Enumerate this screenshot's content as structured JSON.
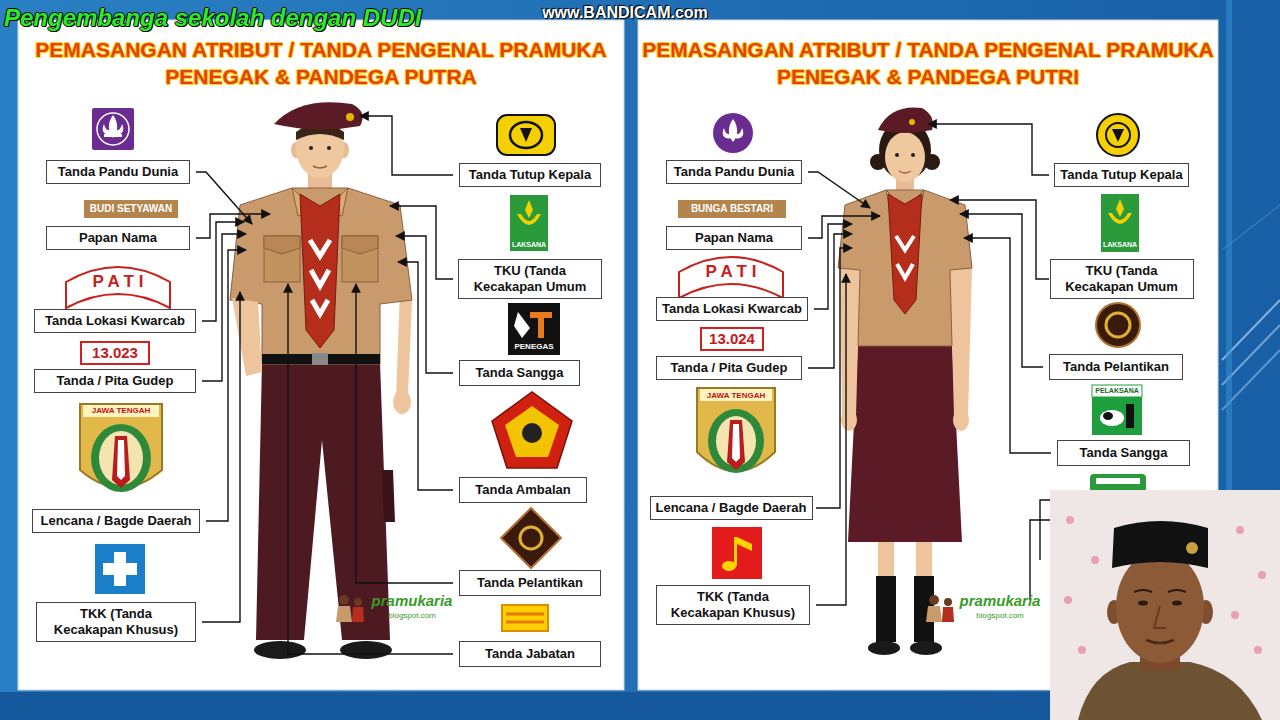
{
  "diagram": {
    "title": "Pengembanga sekolah dengan DUDI",
    "nodes": [
      {
        "text": [
          "PEMASANGAN ATRIBUT / TANDA PENGENAL PRAMUKA PENEGAK & PANDEGA PUTRA"
        ]
      },
      {
        "text": [
          "Tanda Pandu Dunia"
        ],
        "in": 0
      },
      {
        "text": [
          "BUDI SETYAWAN"
        ],
        "in": 0
      },
      {
        "text": [
          "Papan Nama"
        ],
        "in": 0
      },
      {
        "text": [
          "Tanda Lokasi Kwarcab"
        ],
        "in": 0
      },
      {
        "text": [
          "13.023"
        ],
        "in": 0
      },
      {
        "text": [
          "Tanda / Pita Gudep"
        ],
        "in": 0
      },
      {
        "text": [
          "Lencana / Bagde Daerah"
        ],
        "in": 0
      },
      {
        "text": [
          "TKK (Tanda Kecakapan Khusus)"
        ],
        "in": 0
      },
      {
        "text": [
          "Tanda Tutup Kepala"
        ],
        "in": 0
      },
      {
        "text": [
          "TKU (Tanda Kecakapan Umum"
        ],
        "in": 0
      },
      {
        "text": [
          "Tanda Sangga"
        ],
        "in": 0
      },
      {
        "text": [
          "Tanda Ambalan"
        ],
        "in": 0
      },
      {
        "text": [
          "Tanda Pelantikan"
        ],
        "in": 0
      },
      {
        "text": [
          "Tanda Jabatan"
        ],
        "in": 0
      },
      {
        "text": [
          "PEMASANGAN ATRIBUT / TANDA PENGENAL PRAMUKA PENEGAK & PANDEGA PUTRI"
        ]
      },
      {
        "text": [
          "Tanda Pandu Dunia"
        ],
        "in": 15
      },
      {
        "text": [
          "BUNGA BESTARI"
        ],
        "in": 15
      },
      {
        "text": [
          "Papan Nama"
        ],
        "in": 15
      },
      {
        "text": [
          "Tanda Lokasi Kwarcab"
        ],
        "in": 15
      },
      {
        "text": [
          "13.024"
        ],
        "in": 15
      },
      {
        "text": [
          "Tanda / Pita Gudep"
        ],
        "in": 15
      },
      {
        "text": [
          "Lencana / Bagde Daerah"
        ],
        "in": 15
      },
      {
        "text": [
          "TKK (Tanda Kecakapan Khusus)"
        ],
        "in": 15
      },
      {
        "text": [
          "Tanda Tutup Kepala"
        ],
        "in": 15
      },
      {
        "text": [
          "TKU (Tanda Kecakapan Umum"
        ],
        "in": 15
      },
      {
        "text": [
          "Tanda Pelantikan"
        ],
        "in": 15
      },
      {
        "text": [
          "Tanda Sangga"
        ],
        "in": 15
      }
    ],
    "labels": [
      "www.BANDICAM.com",
      "PATI",
      "JAWA TENGAH",
      "LAKSANA",
      "PENEGAS",
      "pramukaria",
      "blogspot.com",
      "PATI",
      "JAWA TENGAH",
      "LAKSANA",
      "PELAKSANA",
      "pramukaria",
      "blogspot.com"
    ]
  }
}
